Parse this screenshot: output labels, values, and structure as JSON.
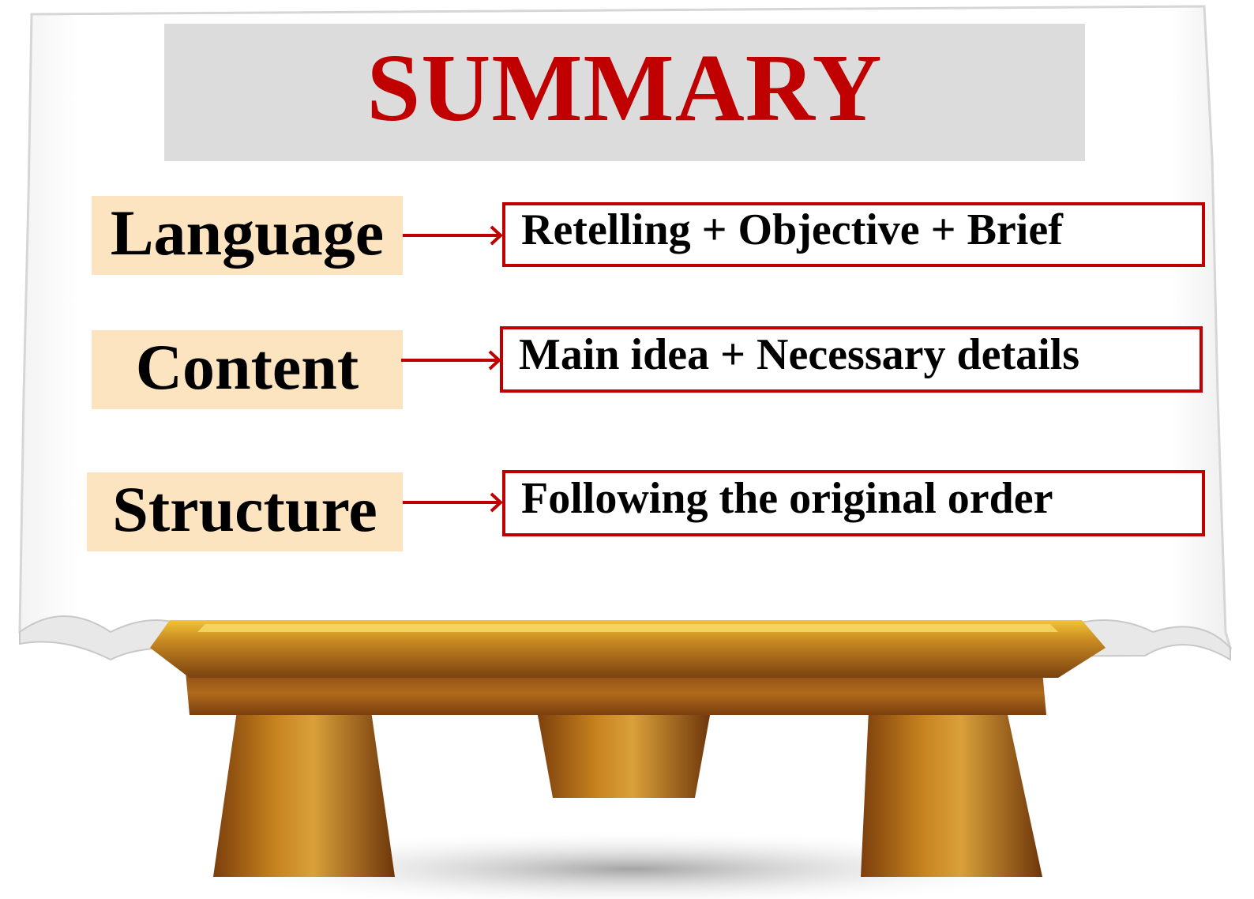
{
  "title": "SUMMARY",
  "rows": [
    {
      "label": "Language",
      "description": "Retelling + Objective + Brief"
    },
    {
      "label": "Content",
      "description": "Main idea + Necessary details"
    },
    {
      "label": "Structure",
      "description": "Following the original order"
    }
  ],
  "colors": {
    "title_text": "#c00000",
    "banner_bg": "#dcdcdc",
    "label_bg": "#fce4c0",
    "label_text": "#000000",
    "box_border": "#c00000",
    "arrow": "#c00000",
    "stand": "#b8741a"
  }
}
